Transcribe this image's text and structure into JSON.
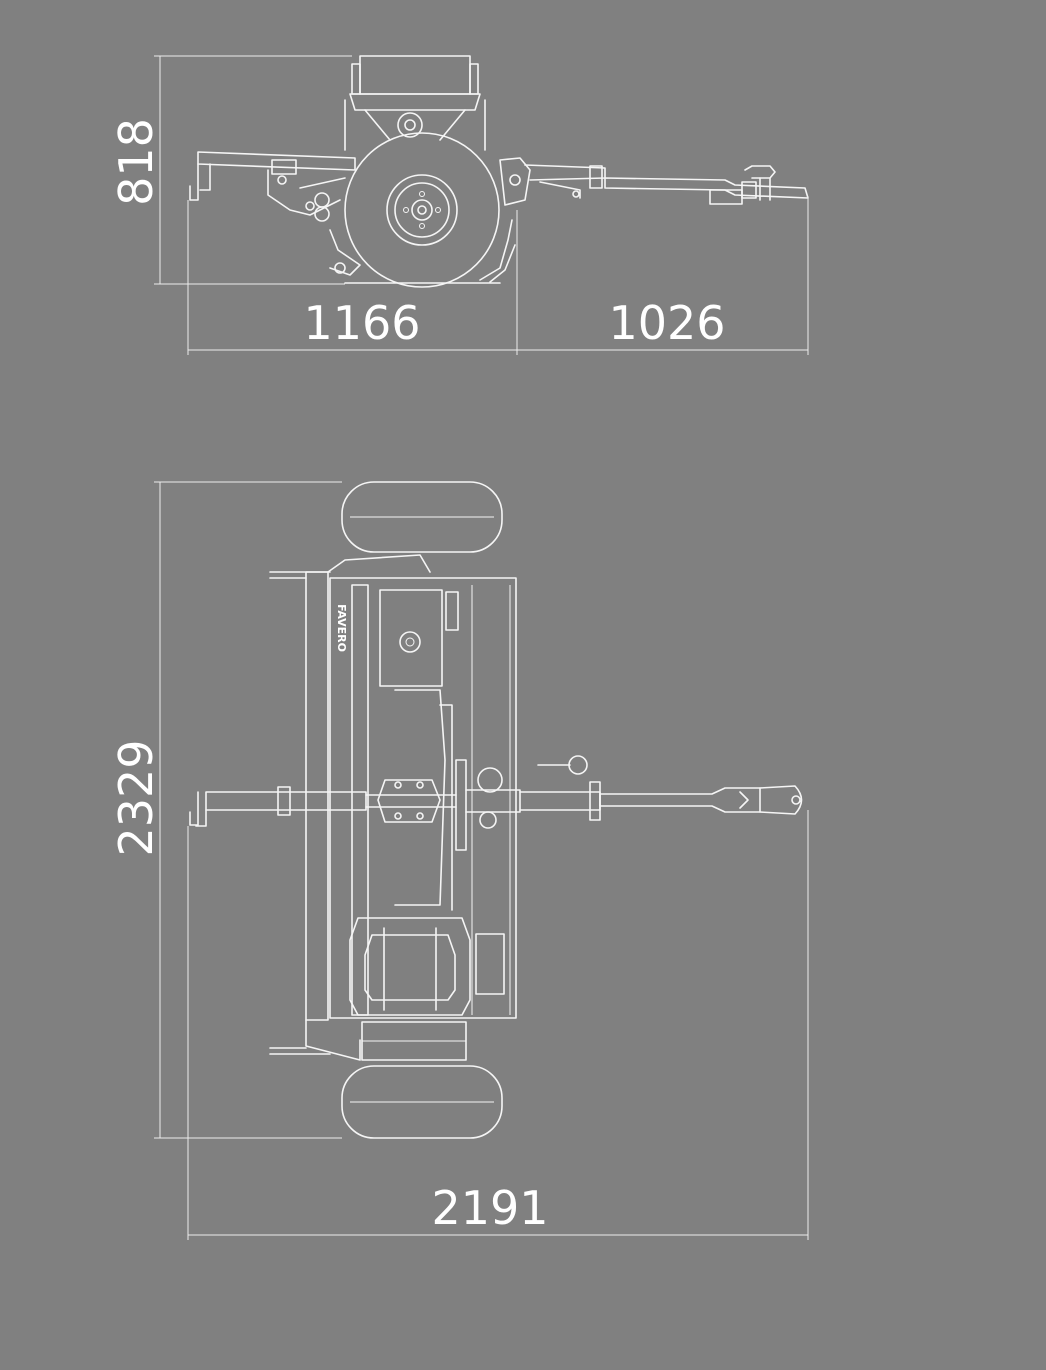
{
  "dimensions": {
    "side_height": "818",
    "side_rear_length": "1166",
    "side_front_length": "1026",
    "top_width": "2329",
    "top_total_length": "2191"
  },
  "brand_mark": "FAVERO",
  "colors": {
    "background": "#808080",
    "line": "#f5f5f5"
  }
}
